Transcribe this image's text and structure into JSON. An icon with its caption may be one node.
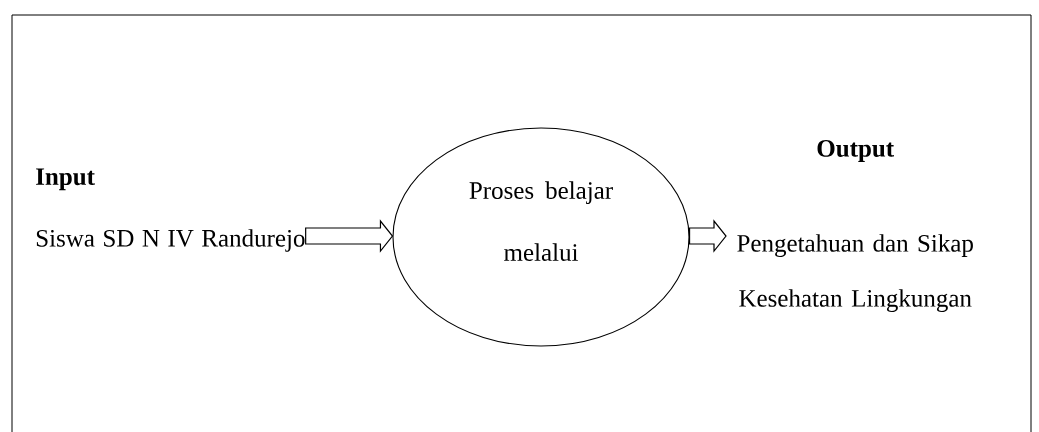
{
  "diagram": {
    "nodes": [
      {
        "text": [
          "Input",
          "Siswa SD N IV Randurejo"
        ]
      },
      {
        "text": [
          "Proses belajar melalui"
        ]
      },
      {
        "text": [
          "Output",
          "Pengetahuan dan Sikap Kesehatan Lingkungan"
        ]
      }
    ],
    "edges": [
      {
        "from": 0,
        "to": 1,
        "arrow": "to"
      },
      {
        "from": 1,
        "to": 2,
        "arrow": "to"
      }
    ]
  }
}
